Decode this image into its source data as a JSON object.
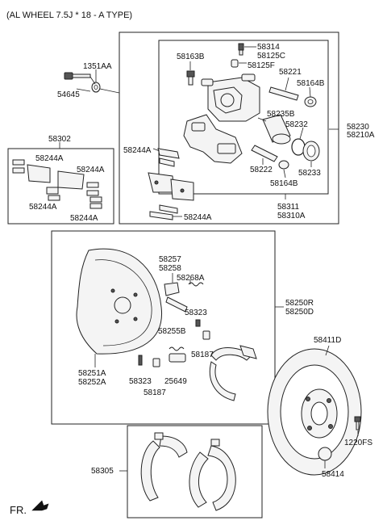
{
  "header": "(AL WHEEL 7.5J * 18 - A TYPE)",
  "footer_label": "FR.",
  "labels": {
    "l58314": "58314",
    "l58125C": "58125C",
    "l58163B": "58163B",
    "l58125F": "58125F",
    "l1351AA": "1351AA",
    "l54645": "54645",
    "l58221": "58221",
    "l58164B_top": "58164B",
    "l58235B": "58235B",
    "l58232": "58232",
    "l58230": "58230",
    "l58210A": "58210A",
    "l58302": "58302",
    "l58244A_1": "58244A",
    "l58244A_2": "58244A",
    "l58244A_3": "58244A",
    "l58244A_4": "58244A",
    "l58244A_5": "58244A",
    "l58244A_6": "58244A",
    "l58222": "58222",
    "l58233": "58233",
    "l58164B_bot": "58164B",
    "l58311": "58311",
    "l58310A": "58310A",
    "l58257": "58257",
    "l58258": "58258",
    "l58268A": "58268A",
    "l58250R": "58250R",
    "l58250D": "58250D",
    "l58323_1": "58323",
    "l58255B": "58255B",
    "l58187_1": "58187",
    "l58411D": "58411D",
    "l58251A": "58251A",
    "l58252A": "58252A",
    "l58323_2": "58323",
    "l25649": "25649",
    "l58187_2": "58187",
    "l1220FS": "1220FS",
    "l58305": "58305",
    "l58414": "58414"
  }
}
